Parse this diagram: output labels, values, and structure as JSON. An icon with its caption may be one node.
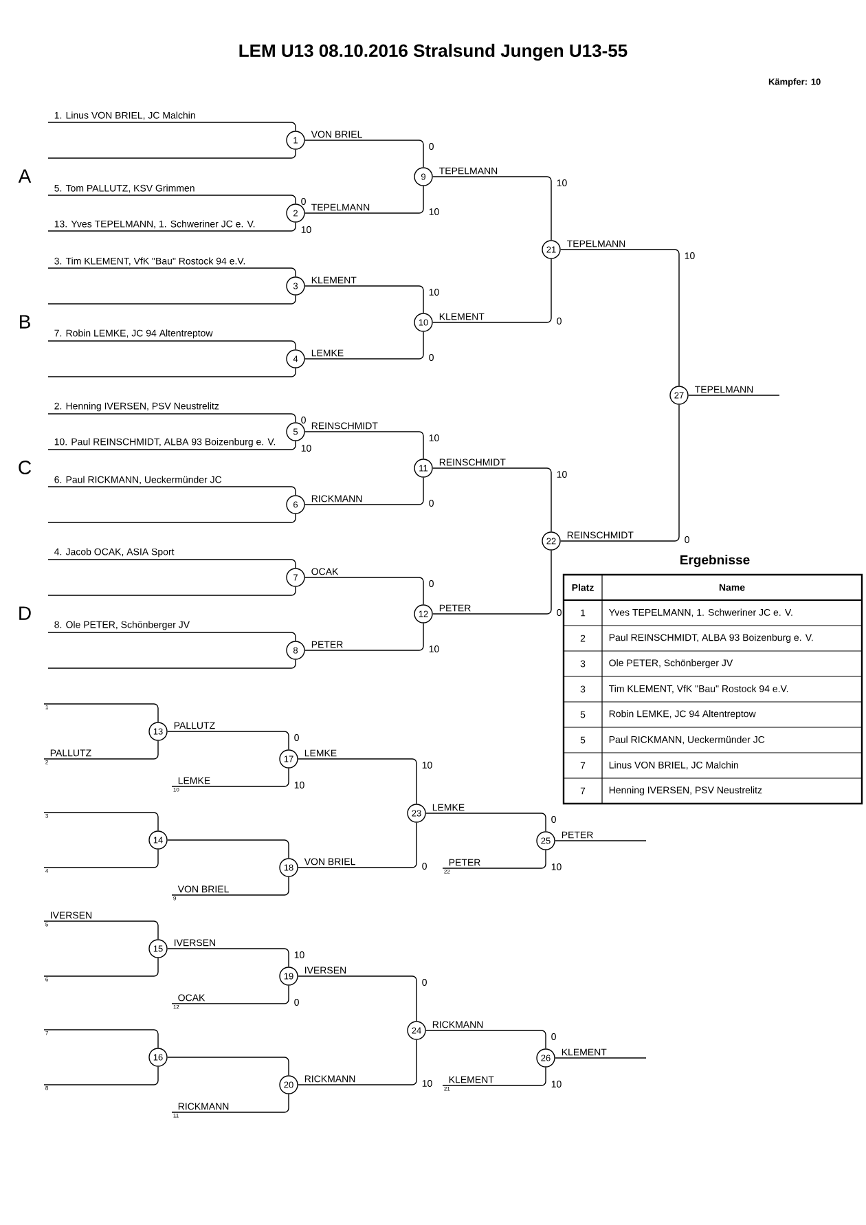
{
  "diagram": {
    "title": "LEM U13  08.10.2016  Stralsund   Jungen U13-55",
    "nodes": [
      {
        "text": [
          "1"
        ]
      },
      {
        "text": [
          "2"
        ],
        "beside": [
          "0",
          "10"
        ]
      },
      {
        "text": [
          "3"
        ]
      },
      {
        "text": [
          "4"
        ]
      },
      {
        "text": [
          "5"
        ],
        "beside": [
          "0",
          "10"
        ]
      },
      {
        "text": [
          "6"
        ]
      },
      {
        "text": [
          "7"
        ]
      },
      {
        "text": [
          "8"
        ]
      },
      {
        "text": [
          "9"
        ],
        "beside": [
          "0",
          "10"
        ]
      },
      {
        "text": [
          "10"
        ],
        "beside": [
          "10",
          "0"
        ]
      },
      {
        "text": [
          "11"
        ],
        "beside": [
          "10",
          "0"
        ]
      },
      {
        "text": [
          "12"
        ],
        "beside": [
          "0",
          "10"
        ]
      },
      {
        "text": [
          "13"
        ]
      },
      {
        "text": [
          "14"
        ]
      },
      {
        "text": [
          "15"
        ]
      },
      {
        "text": [
          "16"
        ]
      },
      {
        "text": [
          "17"
        ],
        "beside": [
          "0",
          "10"
        ]
      },
      {
        "text": [
          "18"
        ]
      },
      {
        "text": [
          "19"
        ],
        "beside": [
          "10",
          "0"
        ]
      },
      {
        "text": [
          "20"
        ]
      },
      {
        "text": [
          "21"
        ]
      },
      {
        "text": [
          "22"
        ]
      },
      {
        "text": [
          "23"
        ]
      },
      {
        "text": [
          "24"
        ]
      },
      {
        "text": [
          "25"
        ],
        "beside": [
          "0",
          "10"
        ]
      },
      {
        "text": [
          "26"
        ],
        "beside": [
          "0",
          "10"
        ]
      },
      {
        "text": [
          "27"
        ]
      },
      {
        "text": [
          "1"
        ]
      },
      {
        "text": [
          "2"
        ]
      },
      {
        "text": [
          "10"
        ]
      },
      {
        "text": [
          "3"
        ]
      },
      {
        "text": [
          "4"
        ]
      },
      {
        "text": [
          "22"
        ]
      },
      {
        "text": [
          "9"
        ]
      },
      {
        "text": [
          "5"
        ]
      },
      {
        "text": [
          "6"
        ]
      },
      {
        "text": [
          "12"
        ]
      },
      {
        "text": [
          "7"
        ]
      },
      {
        "text": [
          "8"
        ]
      },
      {
        "text": [
          "21"
        ]
      },
      {
        "text": [
          "11"
        ]
      }
    ],
    "edges": [
      {
        "from": null,
        "to": 0,
        "arrow": "none",
        "label": "1. Linus VON BRIEL, JC Malchin"
      },
      {
        "from": null,
        "to": 0,
        "arrow": "none"
      },
      {
        "from": null,
        "to": 1,
        "arrow": "none",
        "label": "5. Tom PALLUTZ, KSV Grimmen"
      },
      {
        "from": null,
        "to": 1,
        "arrow": "none",
        "label": "13. Yves TEPELMANN, 1. Schweriner JC e. V."
      },
      {
        "from": null,
        "to": 2,
        "arrow": "none",
        "label": "3. Tim KLEMENT, VfK \"Bau\" Rostock 94 e.V."
      },
      {
        "from": null,
        "to": 2,
        "arrow": "none"
      },
      {
        "from": null,
        "to": 3,
        "arrow": "none",
        "label": "7. Robin LEMKE, JC 94 Altentreptow"
      },
      {
        "from": null,
        "to": 3,
        "arrow": "none"
      },
      {
        "from": null,
        "to": 4,
        "arrow": "none",
        "label": "2. Henning IVERSEN, PSV Neustrelitz"
      },
      {
        "from": null,
        "to": 4,
        "arrow": "none",
        "label": "10. Paul REINSCHMIDT, ALBA 93 Boizenburg e. V."
      },
      {
        "from": null,
        "to": 5,
        "arrow": "none",
        "label": "6. Paul RICKMANN, Ueckermünder JC"
      },
      {
        "from": null,
        "to": 5,
        "arrow": "none"
      },
      {
        "from": null,
        "to": 6,
        "arrow": "none",
        "label": "4. Jacob OCAK, ASIA Sport"
      },
      {
        "from": null,
        "to": 6,
        "arrow": "none"
      },
      {
        "from": null,
        "to": 7,
        "arrow": "none",
        "label": "8. Ole PETER, Schönberger JV"
      },
      {
        "from": null,
        "to": 7,
        "arrow": "none"
      },
      {
        "from": 0,
        "to": 8,
        "arrow": "none",
        "label": "VON BRIEL"
      },
      {
        "from": 1,
        "to": 8,
        "arrow": "none",
        "label": "TEPELMANN"
      },
      {
        "from": 2,
        "to": 9,
        "arrow": "none",
        "label": "KLEMENT"
      },
      {
        "from": 3,
        "to": 9,
        "arrow": "none",
        "label": "LEMKE"
      },
      {
        "from": 4,
        "to": 10,
        "arrow": "none",
        "label": "REINSCHMIDT"
      },
      {
        "from": 5,
        "to": 10,
        "arrow": "none",
        "label": "RICKMANN"
      },
      {
        "from": 6,
        "to": 11,
        "arrow": "none",
        "label": "OCAK"
      },
      {
        "from": 7,
        "to": 11,
        "arrow": "none",
        "label": "PETER"
      },
      {
        "from": 8,
        "to": 20,
        "arrow": "none",
        "label": "TEPELMANN"
      },
      {
        "from": 9,
        "to": 20,
        "arrow": "none",
        "label": "KLEMENT"
      },
      {
        "from": 10,
        "to": 21,
        "arrow": "none",
        "label": "REINSCHMIDT"
      },
      {
        "from": 11,
        "to": 21,
        "arrow": "none",
        "label": "PETER"
      },
      {
        "from": 20,
        "to": 26,
        "arrow": "none",
        "label": "TEPELMANN"
      },
      {
        "from": 21,
        "to": 26,
        "arrow": "none",
        "label": "REINSCHMIDT"
      },
      {
        "from": 26,
        "to": null,
        "arrow": "none",
        "label": "TEPELMANN"
      },
      {
        "from": 27,
        "to": 12,
        "arrow": "none"
      },
      {
        "from": 28,
        "to": 12,
        "arrow": "none",
        "label": "PALLUTZ"
      },
      {
        "from": 30,
        "to": 13,
        "arrow": "none"
      },
      {
        "from": 31,
        "to": 13,
        "arrow": "none"
      },
      {
        "from": 34,
        "to": 14,
        "arrow": "none",
        "label": "IVERSEN"
      },
      {
        "from": 35,
        "to": 14,
        "arrow": "none"
      },
      {
        "from": 37,
        "to": 15,
        "arrow": "none"
      },
      {
        "from": 38,
        "to": 15,
        "arrow": "none"
      },
      {
        "from": 12,
        "to": 16,
        "arrow": "none",
        "label": "PALLUTZ"
      },
      {
        "from": 29,
        "to": 16,
        "arrow": "none",
        "label": "LEMKE"
      },
      {
        "from": 13,
        "to": 17,
        "arrow": "none"
      },
      {
        "from": 33,
        "to": 17,
        "arrow": "none",
        "label": "VON BRIEL"
      },
      {
        "from": 14,
        "to": 18,
        "arrow": "none",
        "label": "IVERSEN"
      },
      {
        "from": 36,
        "to": 18,
        "arrow": "none",
        "label": "OCAK"
      },
      {
        "from": 15,
        "to": 19,
        "arrow": "none"
      },
      {
        "from": 40,
        "to": 19,
        "arrow": "none",
        "label": "RICKMANN"
      },
      {
        "from": 16,
        "to": 22,
        "arrow": "none",
        "label": "LEMKE"
      },
      {
        "from": 17,
        "to": 22,
        "arrow": "none",
        "label": "VON BRIEL"
      },
      {
        "from": 18,
        "to": 23,
        "arrow": "none",
        "label": "IVERSEN"
      },
      {
        "from": 19,
        "to": 23,
        "arrow": "none",
        "label": "RICKMANN"
      },
      {
        "from": 22,
        "to": 24,
        "arrow": "none",
        "label": "LEMKE"
      },
      {
        "from": 32,
        "to": 24,
        "arrow": "none",
        "label": "PETER"
      },
      {
        "from": 23,
        "to": 25,
        "arrow": "none",
        "label": "RICKMANN"
      },
      {
        "from": 39,
        "to": 25,
        "arrow": "none",
        "label": "KLEMENT"
      },
      {
        "from": 24,
        "to": null,
        "arrow": "none",
        "label": "PETER"
      },
      {
        "from": 25,
        "to": null,
        "arrow": "none",
        "label": "KLEMENT"
      }
    ],
    "labels": [
      "Kämpfer: 10",
      "A",
      "B",
      "C",
      "D",
      "10",
      "10",
      "0",
      "10",
      "0",
      "0",
      "10",
      "0",
      "0",
      "10",
      "Ergebnisse",
      "Platz",
      "Name",
      "1",
      "Yves TEPELMANN, 1. Schweriner JC e. V.",
      "2",
      "Paul REINSCHMIDT, ALBA 93 Boizenburg e. V.",
      "3",
      "Ole PETER, Schönberger JV",
      "3",
      "Tim KLEMENT, VfK \"Bau\" Rostock 94 e.V.",
      "5",
      "Robin LEMKE, JC 94 Altentreptow",
      "5",
      "Paul RICKMANN, Ueckermünder JC",
      "7",
      "Linus VON BRIEL, JC Malchin",
      "7",
      "Henning IVERSEN, PSV Neustrelitz"
    ]
  }
}
